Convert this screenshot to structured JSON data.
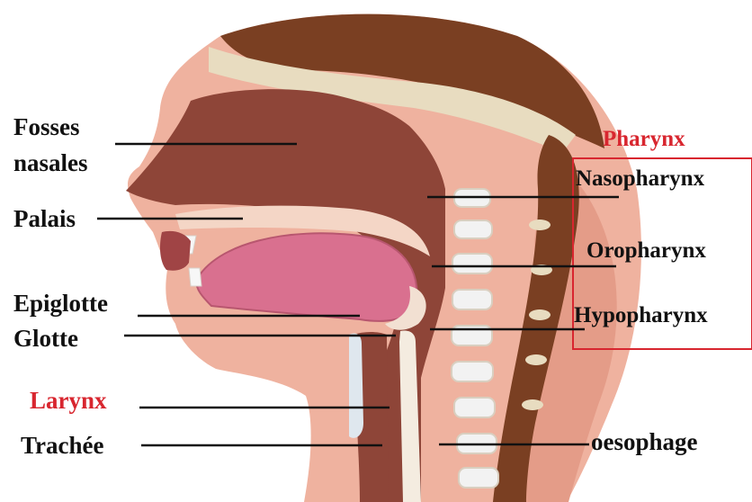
{
  "labels": {
    "fosses_line1": "Fosses",
    "fosses_line2": "nasales",
    "palais": "Palais",
    "epiglotte": "Epiglotte",
    "glotte": "Glotte",
    "larynx": "Larynx",
    "trachee": "Trachée",
    "pharynx": "Pharynx",
    "nasopharynx": "Nasopharynx",
    "oropharynx": "Oropharynx",
    "hypopharynx": "Hypopharynx",
    "oesophage": "oesophage"
  },
  "colors": {
    "accent_red": "#d8262f",
    "skin": "#efb29f",
    "skin_dark": "#e29a86",
    "brain": "#7a3f22",
    "bone": "#e8dcc0",
    "cavity": "#8e4538",
    "tongue": "#d9708f",
    "vertebra": "#f2f2f2"
  }
}
